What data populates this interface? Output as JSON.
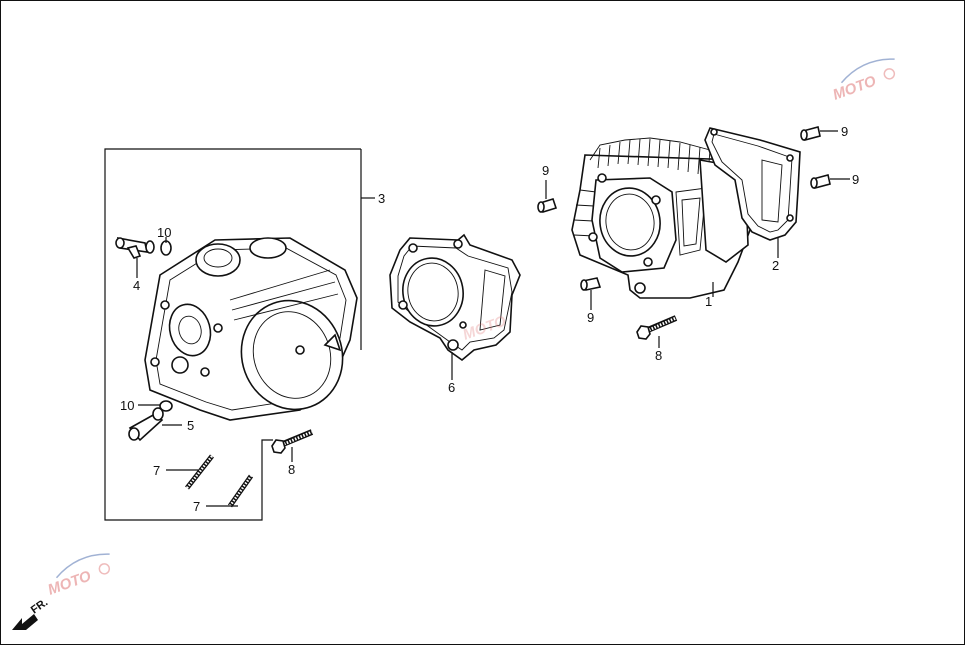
{
  "diagram": {
    "labels": {
      "p1": "1",
      "p2": "2",
      "p3": "3",
      "p4": "4",
      "p5": "5",
      "p6": "6",
      "p7a": "7",
      "p7b": "7",
      "p8a": "8",
      "p8b": "8",
      "p9a": "9",
      "p9b": "9",
      "p9c": "9",
      "p9d": "9",
      "p10a": "10",
      "p10b": "10"
    },
    "front_indicator": "FR.",
    "watermark": "MOTO"
  },
  "colors": {
    "line": "#111111",
    "watermark": "#e07a7a",
    "wm_blue": "#4466aa"
  }
}
